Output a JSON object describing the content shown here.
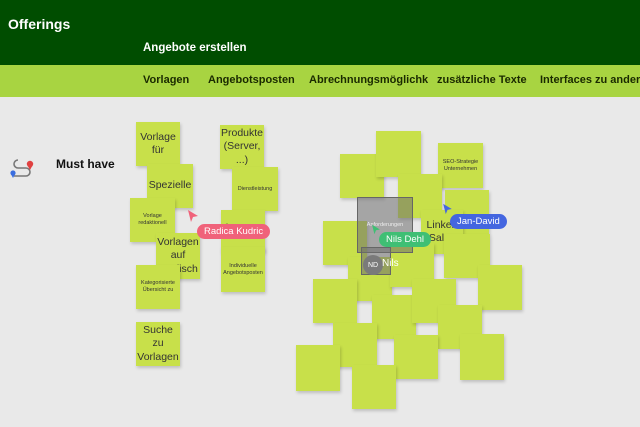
{
  "app": {
    "title": "Offerings",
    "subtitle": "Angebote erstellen"
  },
  "tabs": [
    "Vorlagen",
    "Angebotsposten",
    "Abrechnungsmöglichk",
    "zusätzliche Texte",
    "Interfaces zu anderen"
  ],
  "section": {
    "label": "Must have",
    "icon": "route-pin-icon"
  },
  "notes_left_column": [
    {
      "text": "Vorlage für"
    },
    {
      "text": "Spezielle"
    },
    {
      "text": "Vorlage redaktionell"
    },
    {
      "text": "Vorlagen auf Englisch"
    },
    {
      "text": "Kategorisierte Übersicht zu"
    },
    {
      "text": "Suche zu Vorlagen"
    }
  ],
  "notes_mid_column": [
    {
      "text": "Produkte (Server, ...)"
    },
    {
      "text": "Dienstleistung"
    },
    {
      "text": "Übersicht über bestehende"
    },
    {
      "text": "Individuelle Angebotsposten"
    }
  ],
  "notes_cluster": [
    {
      "text": "SEO-Strategie Unternehmen"
    },
    {
      "text": "Anforderungen"
    },
    {
      "text": "Linken Sales"
    }
  ],
  "collaborators": [
    {
      "name": "Radica Kudric",
      "color": "#f0627a"
    },
    {
      "name": "Nils Dehl",
      "color": "#3fbf74"
    },
    {
      "name": "Jan-David",
      "color": "#4466e0"
    },
    {
      "name": "Nils",
      "initials": "ND",
      "color": "#555555"
    }
  ],
  "colors": {
    "header": "#004d00",
    "tabbar": "#a8d441",
    "note": "#c8e04a",
    "canvas": "#e9e9e9"
  }
}
